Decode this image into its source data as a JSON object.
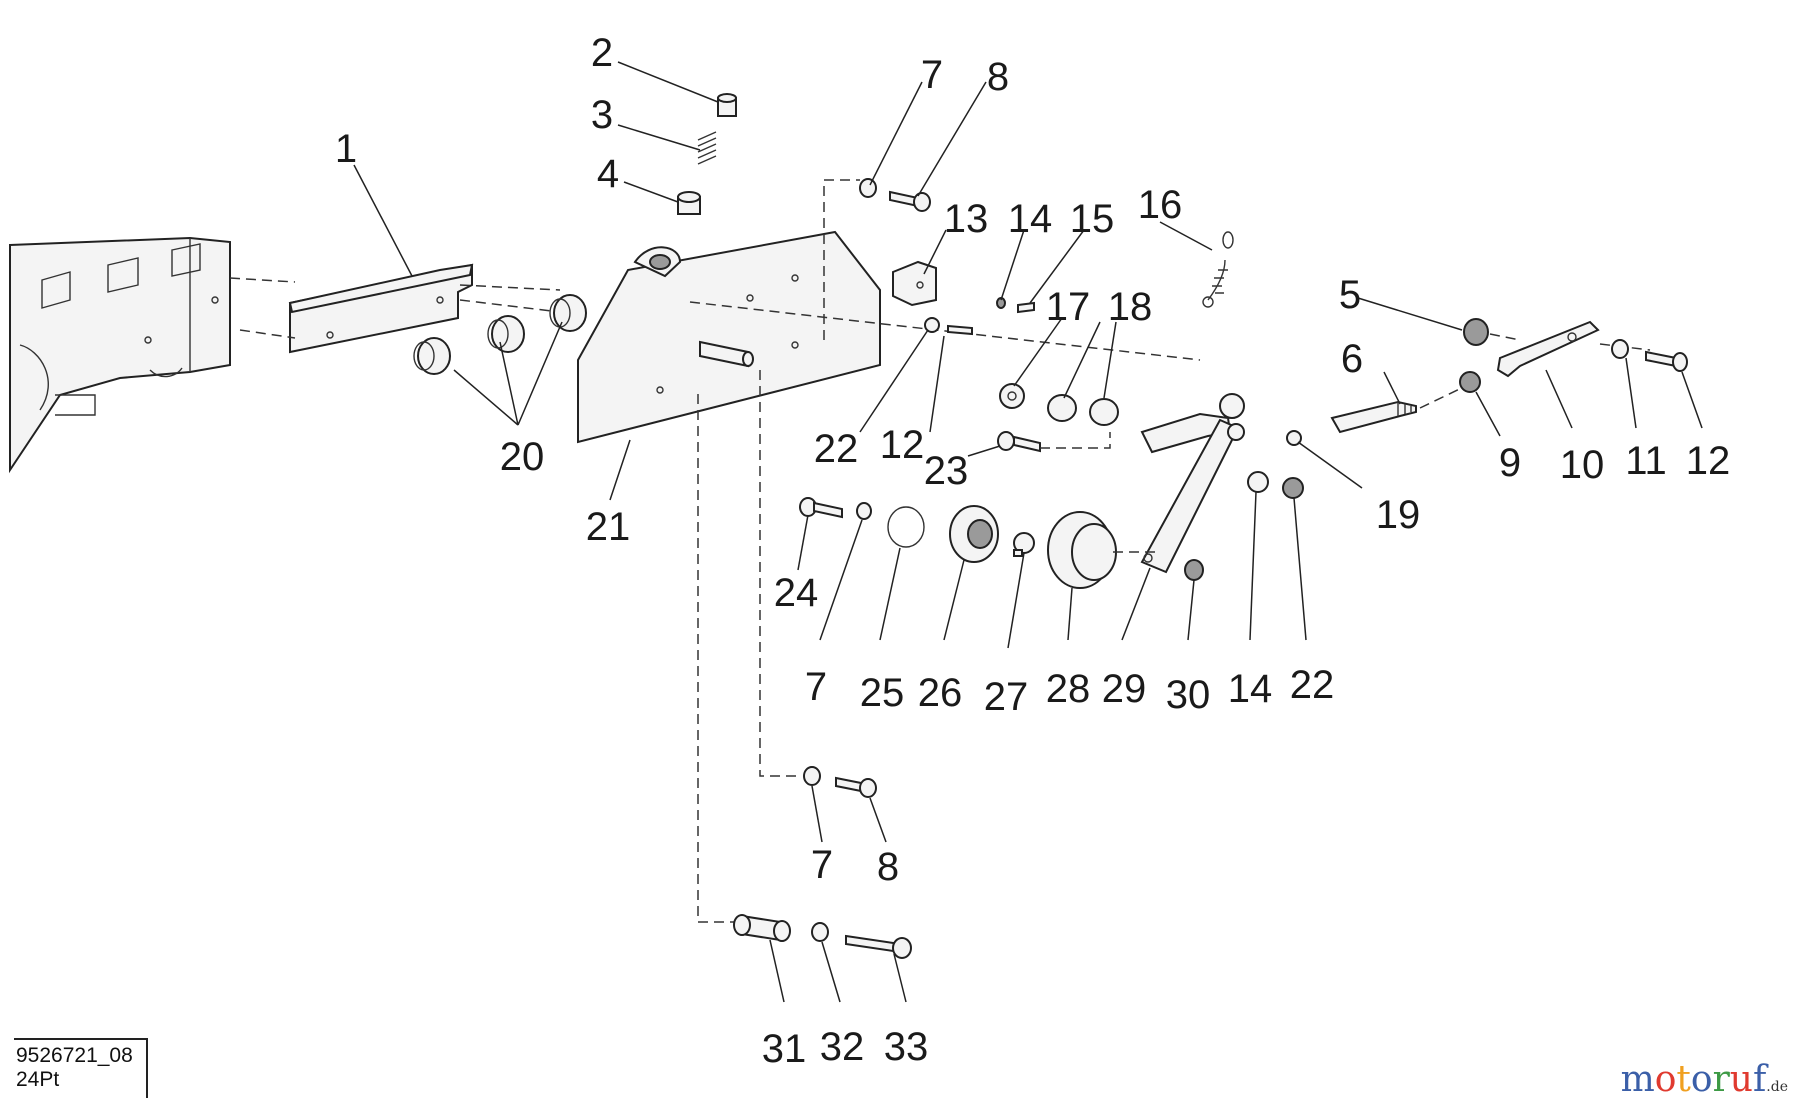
{
  "diagram": {
    "labels": [
      "1",
      "2",
      "3",
      "4",
      "5",
      "6",
      "7",
      "8",
      "9",
      "10",
      "11",
      "12",
      "13",
      "14",
      "15",
      "16",
      "17",
      "18",
      "19",
      "20",
      "21",
      "22",
      "23",
      "24",
      "25",
      "26",
      "27",
      "28",
      "29",
      "30",
      "31",
      "32",
      "33"
    ]
  },
  "footer": {
    "code_line1": "9526721_08",
    "code_line2": "24Pt"
  },
  "watermark": {
    "letters": [
      "m",
      "o",
      "t",
      "o",
      "r",
      "u",
      "f"
    ],
    "suffix": ".de"
  }
}
